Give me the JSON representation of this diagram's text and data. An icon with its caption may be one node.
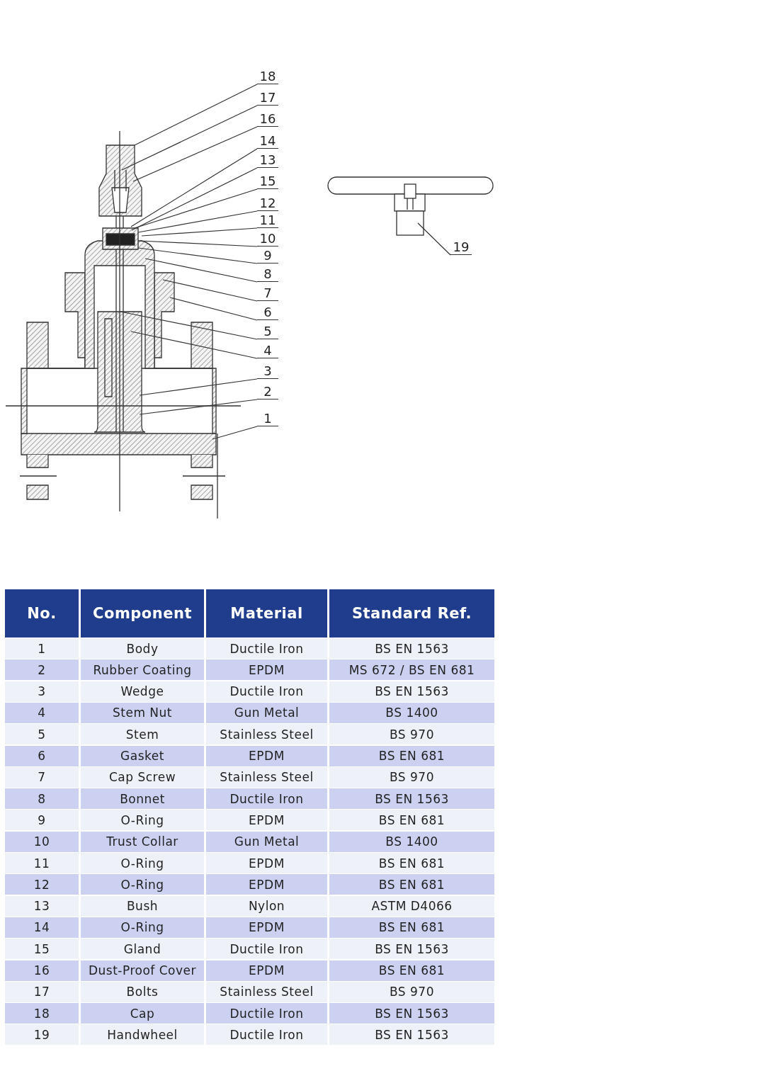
{
  "diagram": {
    "nodes": [
      {
        "text": [
          "18"
        ]
      },
      {
        "text": [
          "17"
        ]
      },
      {
        "text": [
          "16"
        ]
      },
      {
        "text": [
          "14"
        ]
      },
      {
        "text": [
          "13"
        ]
      },
      {
        "text": [
          "15"
        ]
      },
      {
        "text": [
          "12"
        ]
      },
      {
        "text": [
          "11"
        ]
      },
      {
        "text": [
          "10"
        ]
      },
      {
        "text": [
          "9"
        ]
      },
      {
        "text": [
          "8"
        ]
      },
      {
        "text": [
          "7"
        ]
      },
      {
        "text": [
          "6"
        ]
      },
      {
        "text": [
          "5"
        ]
      },
      {
        "text": [
          "4"
        ]
      },
      {
        "text": [
          "3"
        ]
      },
      {
        "text": [
          "2"
        ]
      },
      {
        "text": [
          "1"
        ]
      },
      {
        "text": [
          "19"
        ]
      }
    ],
    "edges": [
      {
        "from": 0,
        "to": null,
        "arrow": "none"
      },
      {
        "from": 1,
        "to": null,
        "arrow": "none"
      },
      {
        "from": 2,
        "to": null,
        "arrow": "none"
      },
      {
        "from": 3,
        "to": null,
        "arrow": "none"
      },
      {
        "from": 4,
        "to": null,
        "arrow": "none"
      },
      {
        "from": 5,
        "to": null,
        "arrow": "none"
      },
      {
        "from": 6,
        "to": null,
        "arrow": "none"
      },
      {
        "from": 7,
        "to": null,
        "arrow": "none"
      },
      {
        "from": 8,
        "to": null,
        "arrow": "none"
      },
      {
        "from": 9,
        "to": null,
        "arrow": "none"
      },
      {
        "from": 10,
        "to": null,
        "arrow": "none"
      },
      {
        "from": 11,
        "to": null,
        "arrow": "none"
      },
      {
        "from": 12,
        "to": null,
        "arrow": "none"
      },
      {
        "from": 13,
        "to": null,
        "arrow": "none"
      },
      {
        "from": 14,
        "to": null,
        "arrow": "none"
      },
      {
        "from": 15,
        "to": null,
        "arrow": "none"
      },
      {
        "from": 16,
        "to": null,
        "arrow": "none"
      },
      {
        "from": 17,
        "to": null,
        "arrow": "none"
      },
      {
        "from": 18,
        "to": null,
        "arrow": "none"
      }
    ],
    "labels": [
      "No.",
      "Component",
      "Material",
      "Standard Ref.",
      "1",
      "Body",
      "Ductile Iron",
      "BS EN 1563",
      "2",
      "Rubber Coating",
      "EPDM",
      "MS 672 / BS EN 681",
      "3",
      "Wedge",
      "Ductile Iron",
      "BS EN 1563",
      "4",
      "Stem Nut",
      "Gun Metal",
      "BS 1400",
      "5",
      "Stem",
      "Stainless Steel",
      "BS 970",
      "6",
      "Gasket",
      "EPDM",
      "BS EN 681",
      "7",
      "Cap Screw",
      "Stainless Steel",
      "BS 970",
      "8",
      "Bonnet",
      "Ductile Iron",
      "BS EN 1563",
      "9",
      "O-Ring",
      "EPDM",
      "BS EN 681",
      "10",
      "Trust Collar",
      "Gun Metal",
      "BS 1400",
      "11",
      "O-Ring",
      "EPDM",
      "BS EN 681",
      "12",
      "O-Ring",
      "EPDM",
      "BS EN 681",
      "13",
      "Bush",
      "Nylon",
      "ASTM D4066",
      "14",
      "O-Ring",
      "EPDM",
      "BS EN 681",
      "15",
      "Gland",
      "Ductile Iron",
      "BS EN 1563",
      "16",
      "Dust-Proof Cover",
      "EPDM",
      "BS EN 681",
      "17",
      "Bolts",
      "Stainless Steel",
      "BS 970",
      "18",
      "Cap",
      "Ductile Iron",
      "BS EN 1563",
      "19",
      "Handwheel",
      "Ductile Iron",
      "BS EN 1563"
    ]
  }
}
